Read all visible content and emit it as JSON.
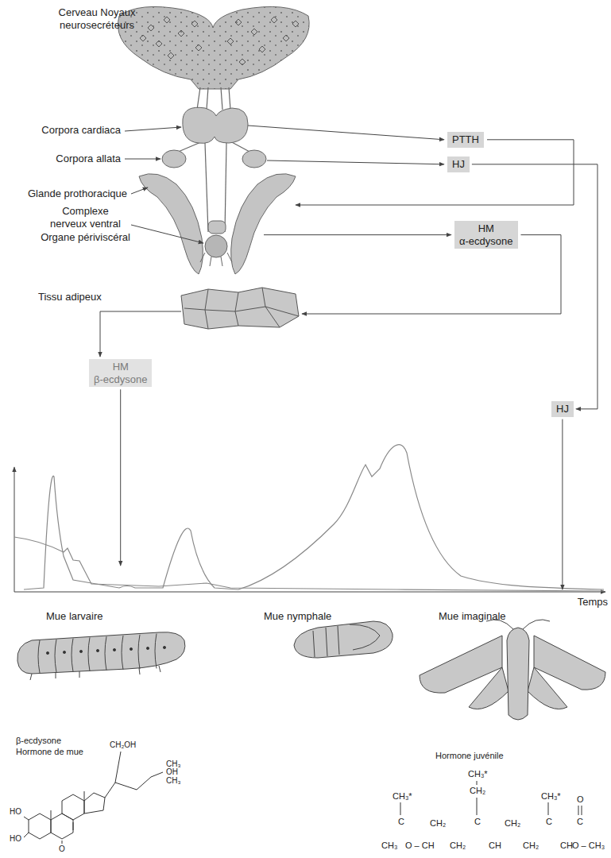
{
  "diagram": {
    "nodes": [
      {
        "text": [
          "PTTH"
        ]
      },
      {
        "text": [
          "HJ"
        ]
      },
      {
        "text": [
          "HM",
          "α-ecdysone"
        ]
      },
      {
        "text": [
          "HM",
          "β-ecdysone"
        ]
      },
      {
        "text": [
          "HJ"
        ]
      }
    ],
    "edges": [
      {
        "from": 1,
        "to": 4,
        "arrow": "to"
      }
    ],
    "labels": [
      "Cerveau Noyaux neurosecréteurs",
      "Corpora cardiaca",
      "Corpora allata",
      "Glande prothoracique",
      "Complexe nerveux ventral",
      "Organe périviscéral",
      "Tissu adipeux",
      "Temps",
      "Mue larvaire",
      "Mue nymphale",
      "Mue imaginale",
      "β-ecdysone",
      "Hormone de mue",
      "Hormone juvénile",
      "CH₂OH",
      "CH₃",
      "OH",
      "CH₃",
      "HO",
      "HO",
      "O",
      "CH₃*",
      "C",
      "CH₃",
      "O – CH",
      "CH₂",
      "CH₂",
      "CH₃*",
      "CH₂",
      "C",
      "CH",
      "CH₂",
      "CH₂",
      "CH₃*",
      "C",
      "CH",
      "O",
      "C",
      "O – CH₃"
    ]
  }
}
